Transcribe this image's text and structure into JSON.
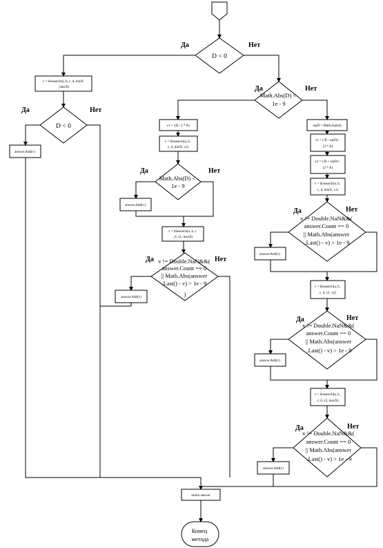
{
  "labels": {
    "yes": "Да",
    "no": "Нет"
  },
  "d1": [
    "D < 0"
  ],
  "d2": [
    "Math.Abs(D) <",
    "1e - 9"
  ],
  "d3": [
    "D < 0"
  ],
  "d4": [
    "Math.Abs(D) <",
    "1e - 9"
  ],
  "d5": [
    "v != Double.NaN&&(",
    "answer.Count == 0",
    "|| Math.Abs(answer",
    ".Last() - v) > 1e - 9",
    ")"
  ],
  "d6": [
    "v != Double.NaN&&(",
    "answer.Count == 0",
    "|| Math.Abs(answer",
    ".Last() - v) > 1e - 9"
  ],
  "d7": [
    "v != Double.NaN&&(",
    "answer.Count == 0",
    "|| Math.Abs(answer",
    ".Last() - v) > 1e - 9"
  ],
  "d8": [
    "v != Double.NaN&&(",
    "answer.Count == 0",
    "|| Math.Abs(answer",
    ".Last() - v) > 1e - 9"
  ],
  "p1": [
    "v = binsearch(a, b, c, d, minX",
    ", maxX)"
  ],
  "p2": [
    "x1 = -(B / 2 * A)"
  ],
  "p3": [
    "v = binsearch(a, b,",
    "c, d, minX, x1)"
  ],
  "p4": [
    "v = binsearch(a, b, c",
    ", d, x1, maxX)"
  ],
  "p5": [
    "sqrD = Math.Sqrt(d)"
  ],
  "p6": [
    "x1 = (-B - sqrD) /",
    "(2 * A)"
  ],
  "p7": [
    "x2 = (-B + sqrD) /",
    "(2 * A)"
  ],
  "p8": [
    "v = binsearch(a, b,",
    "c, d, minX, x1)"
  ],
  "p9": [
    "v = binsearch(a, b,",
    "c, d, x1, x2)"
  ],
  "p10": [
    "v = binsearch(a, b,",
    "c, d, x2, maxX)"
  ],
  "add": [
    "answer.Add(v)"
  ],
  "ret": [
    "return answer"
  ],
  "end": [
    "Конец",
    "метода"
  ]
}
